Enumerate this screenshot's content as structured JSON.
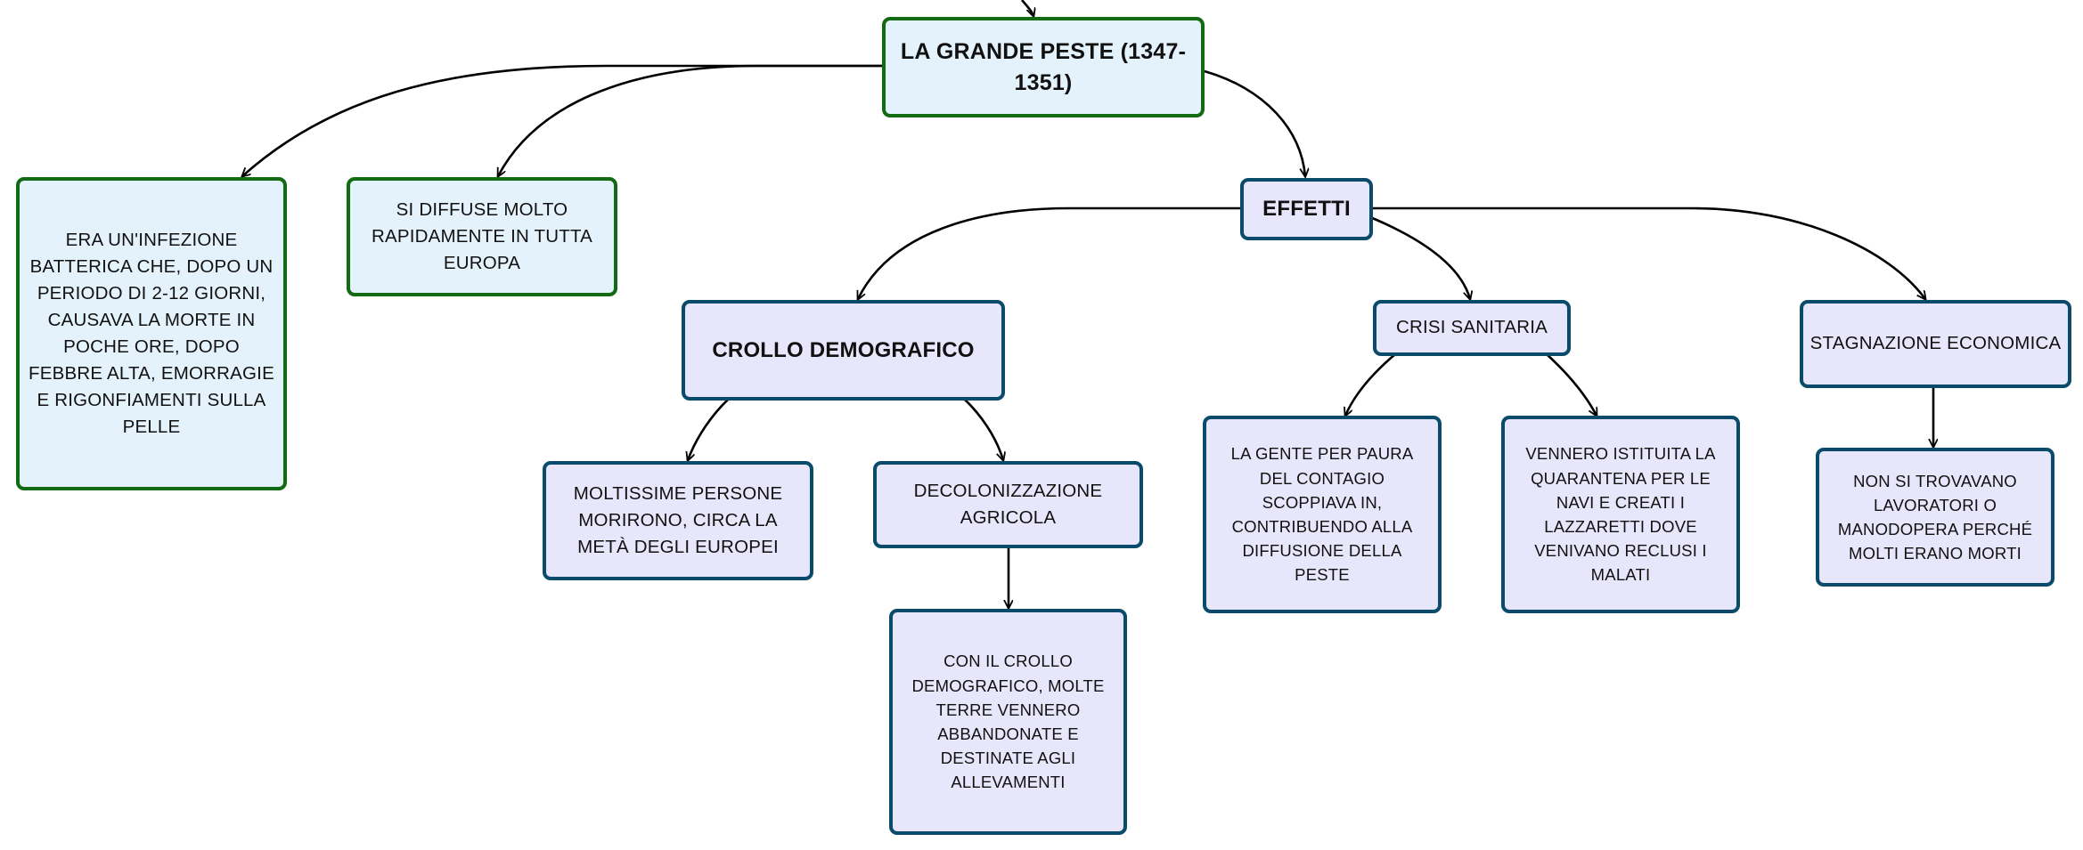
{
  "colors": {
    "green_border": "#126a12",
    "green_fill": "#e4f2fc",
    "blue_border": "#0a4a6b",
    "blue_fill": "#e8e6fb",
    "edge": "#000000"
  },
  "nodes": {
    "grande_peste": "LA GRANDE PESTE (1347-1351)",
    "infezione": "ERA UN'INFEZIONE BATTERICA CHE, DOPO UN PERIODO DI 2-12 GIORNI, CAUSAVA LA MORTE IN POCHE ORE, DOPO FEBBRE ALTA, EMORRAGIE E RIGONFIAMENTI SULLA PELLE",
    "diffusione": "SI DIFFUSE MOLTO RAPIDAMENTE IN TUTTA EUROPA",
    "effetti": "EFFETTI",
    "crollo": "CROLLO DEMOGRAFICO",
    "crisi": "CRISI SANITARIA",
    "stagnazione": "STAGNAZIONE ECONOMICA",
    "moltissime": "MOLTISSIME PERSONE MORIRONO, CIRCA LA METÀ DEGLI EUROPEI",
    "decolonizzazione": "DECOLONIZZAZIONE AGRICOLA",
    "terre": "CON IL CROLLO DEMOGRAFICO, MOLTE TERRE VENNERO ABBANDONATE E DESTINATE AGLI ALLEVAMENTI",
    "gente": "LA GENTE PER PAURA DEL CONTAGIO SCOPPIAVA IN, CONTRIBUENDO ALLA DIFFUSIONE DELLA PESTE",
    "quarantena": "VENNERO ISTITUITA LA QUARANTENA PER LE NAVI E CREATI I LAZZARETTI DOVE VENIVANO RECLUSI I MALATI",
    "lavoratori": "NON SI TROVAVANO LAVORATORI O MANODOPERA PERCHÉ MOLTI ERANO MORTI"
  }
}
